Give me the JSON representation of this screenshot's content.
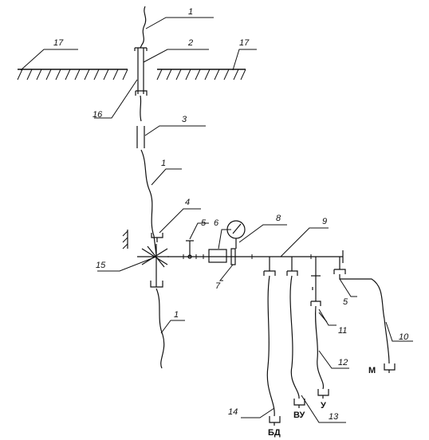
{
  "callouts": {
    "n1": "1",
    "n2": "2",
    "n3": "3",
    "n4": "4",
    "n5": "5",
    "n6": "6",
    "n7": "7",
    "n8": "8",
    "n9": "9",
    "n10": "10",
    "n11": "11",
    "n12": "12",
    "n13": "13",
    "n14": "14",
    "n15": "15",
    "n16": "16",
    "n17": "17"
  },
  "outlets": {
    "m": "М",
    "u": "У",
    "vu": "ВУ",
    "bd": "БД"
  }
}
